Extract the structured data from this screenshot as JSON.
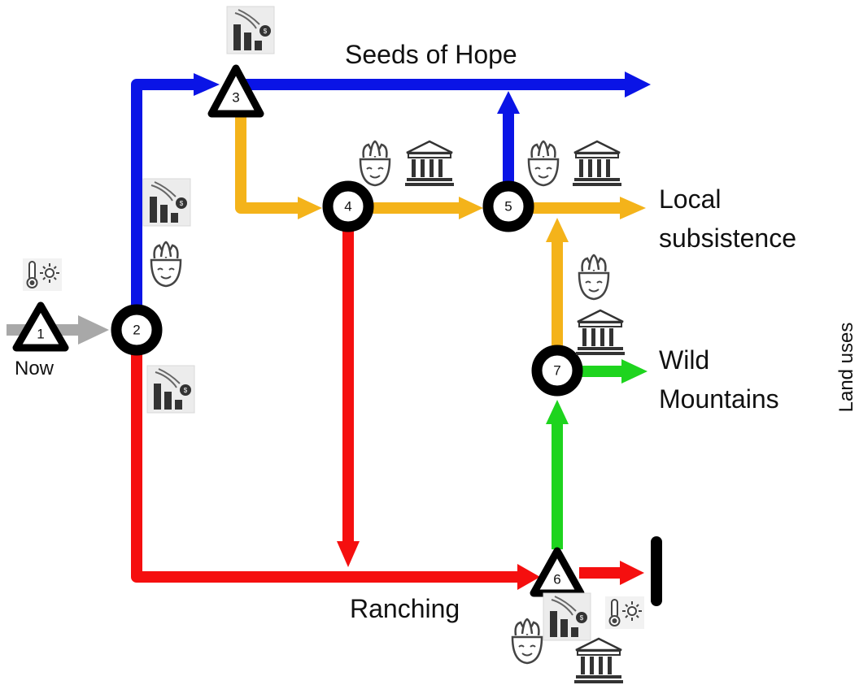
{
  "pathway_labels": {
    "seeds_of_hope": "Seeds of Hope",
    "local_subsistence_line1": "Local",
    "local_subsistence_line2": "subsistence",
    "wild_mountains_line1": "Wild",
    "wild_mountains_line2": "Mountains",
    "ranching": "Ranching",
    "now": "Now",
    "land_uses": "Land uses"
  },
  "nodes": [
    {
      "id": "1",
      "shape": "triangle"
    },
    {
      "id": "2",
      "shape": "circle"
    },
    {
      "id": "3",
      "shape": "triangle"
    },
    {
      "id": "4",
      "shape": "circle"
    },
    {
      "id": "5",
      "shape": "circle"
    },
    {
      "id": "6",
      "shape": "triangle"
    },
    {
      "id": "7",
      "shape": "circle"
    }
  ],
  "colors": {
    "blue": "#0a14e6",
    "orange": "#f4b31a",
    "red": "#f50f0f",
    "green": "#1ed41e",
    "gray": "#a8a8a8",
    "black": "#000000"
  },
  "icons": [
    "economy-decline-icon",
    "wellbeing-head-icon",
    "institution-building-icon",
    "climate-thermometer-sun-icon"
  ]
}
